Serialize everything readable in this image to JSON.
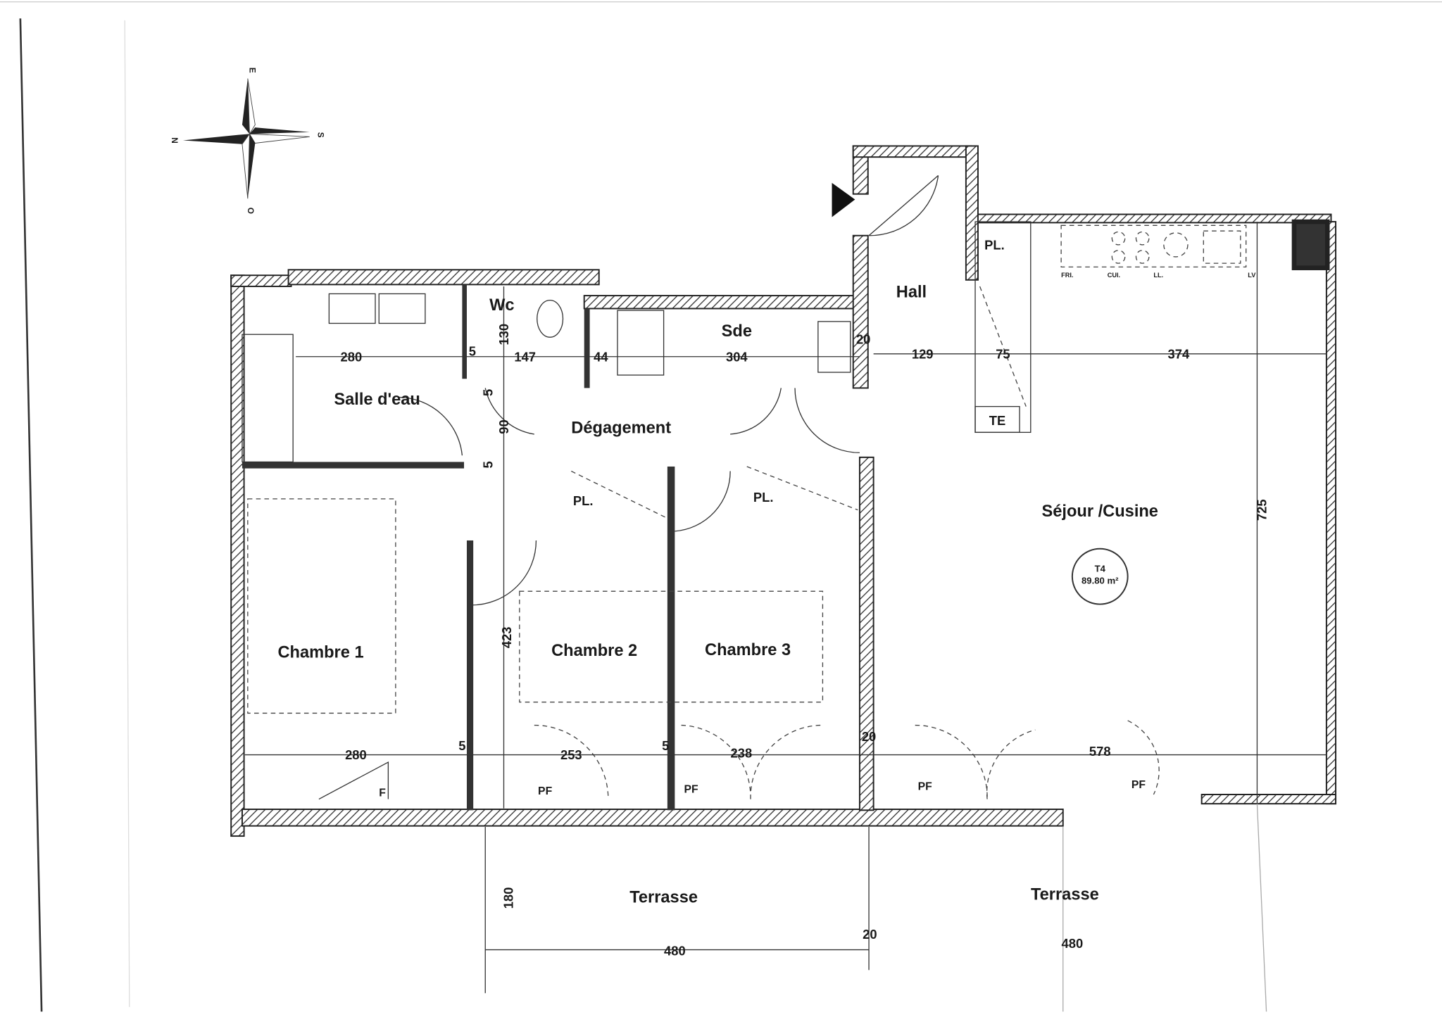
{
  "compass": {
    "north": "N",
    "east": "E",
    "south": "S",
    "west": "O"
  },
  "rooms": {
    "hall": "Hall",
    "salle_deau": "Salle d'eau",
    "wc": "Wc",
    "sde": "Sde",
    "degagement": "Dégagement",
    "chambre1": "Chambre 1",
    "chambre2": "Chambre 2",
    "chambre3": "Chambre 3",
    "sejour": "Séjour /Cusine",
    "terrasse1": "Terrasse",
    "terrasse2": "Terrasse"
  },
  "fixtures": {
    "pl_hall": "PL.",
    "pl_ch2": "PL.",
    "pl_ch3": "PL.",
    "te": "TE",
    "fri": "FRI.",
    "cui": "CUI.",
    "ll": "LL.",
    "lv": "LV",
    "f": "F",
    "pf1": "PF",
    "pf2": "PF",
    "pf3": "PF",
    "pf4": "PF"
  },
  "unit_badge": {
    "type": "T4",
    "area": "89.80 m²"
  },
  "dimensions": {
    "salle_w": "280",
    "d5a": "5",
    "wc_w": "147",
    "shaft": "44",
    "sde_w": "304",
    "d20a": "20",
    "hall_w": "129",
    "d75": "75",
    "sejour_w": "374",
    "sejour_h": "725",
    "wc_h": "130",
    "d5b": "5",
    "deg_h": "90",
    "d5c": "5",
    "deg_len": "423",
    "ch1_w": "280",
    "d5d": "5",
    "ch2_w": "253",
    "d5e": "5",
    "ch3_w": "238",
    "d20b": "20",
    "sejour_w2": "578",
    "terrace_h": "180",
    "terrace1_w": "480",
    "d20c": "20",
    "terrace2_w": "480"
  }
}
